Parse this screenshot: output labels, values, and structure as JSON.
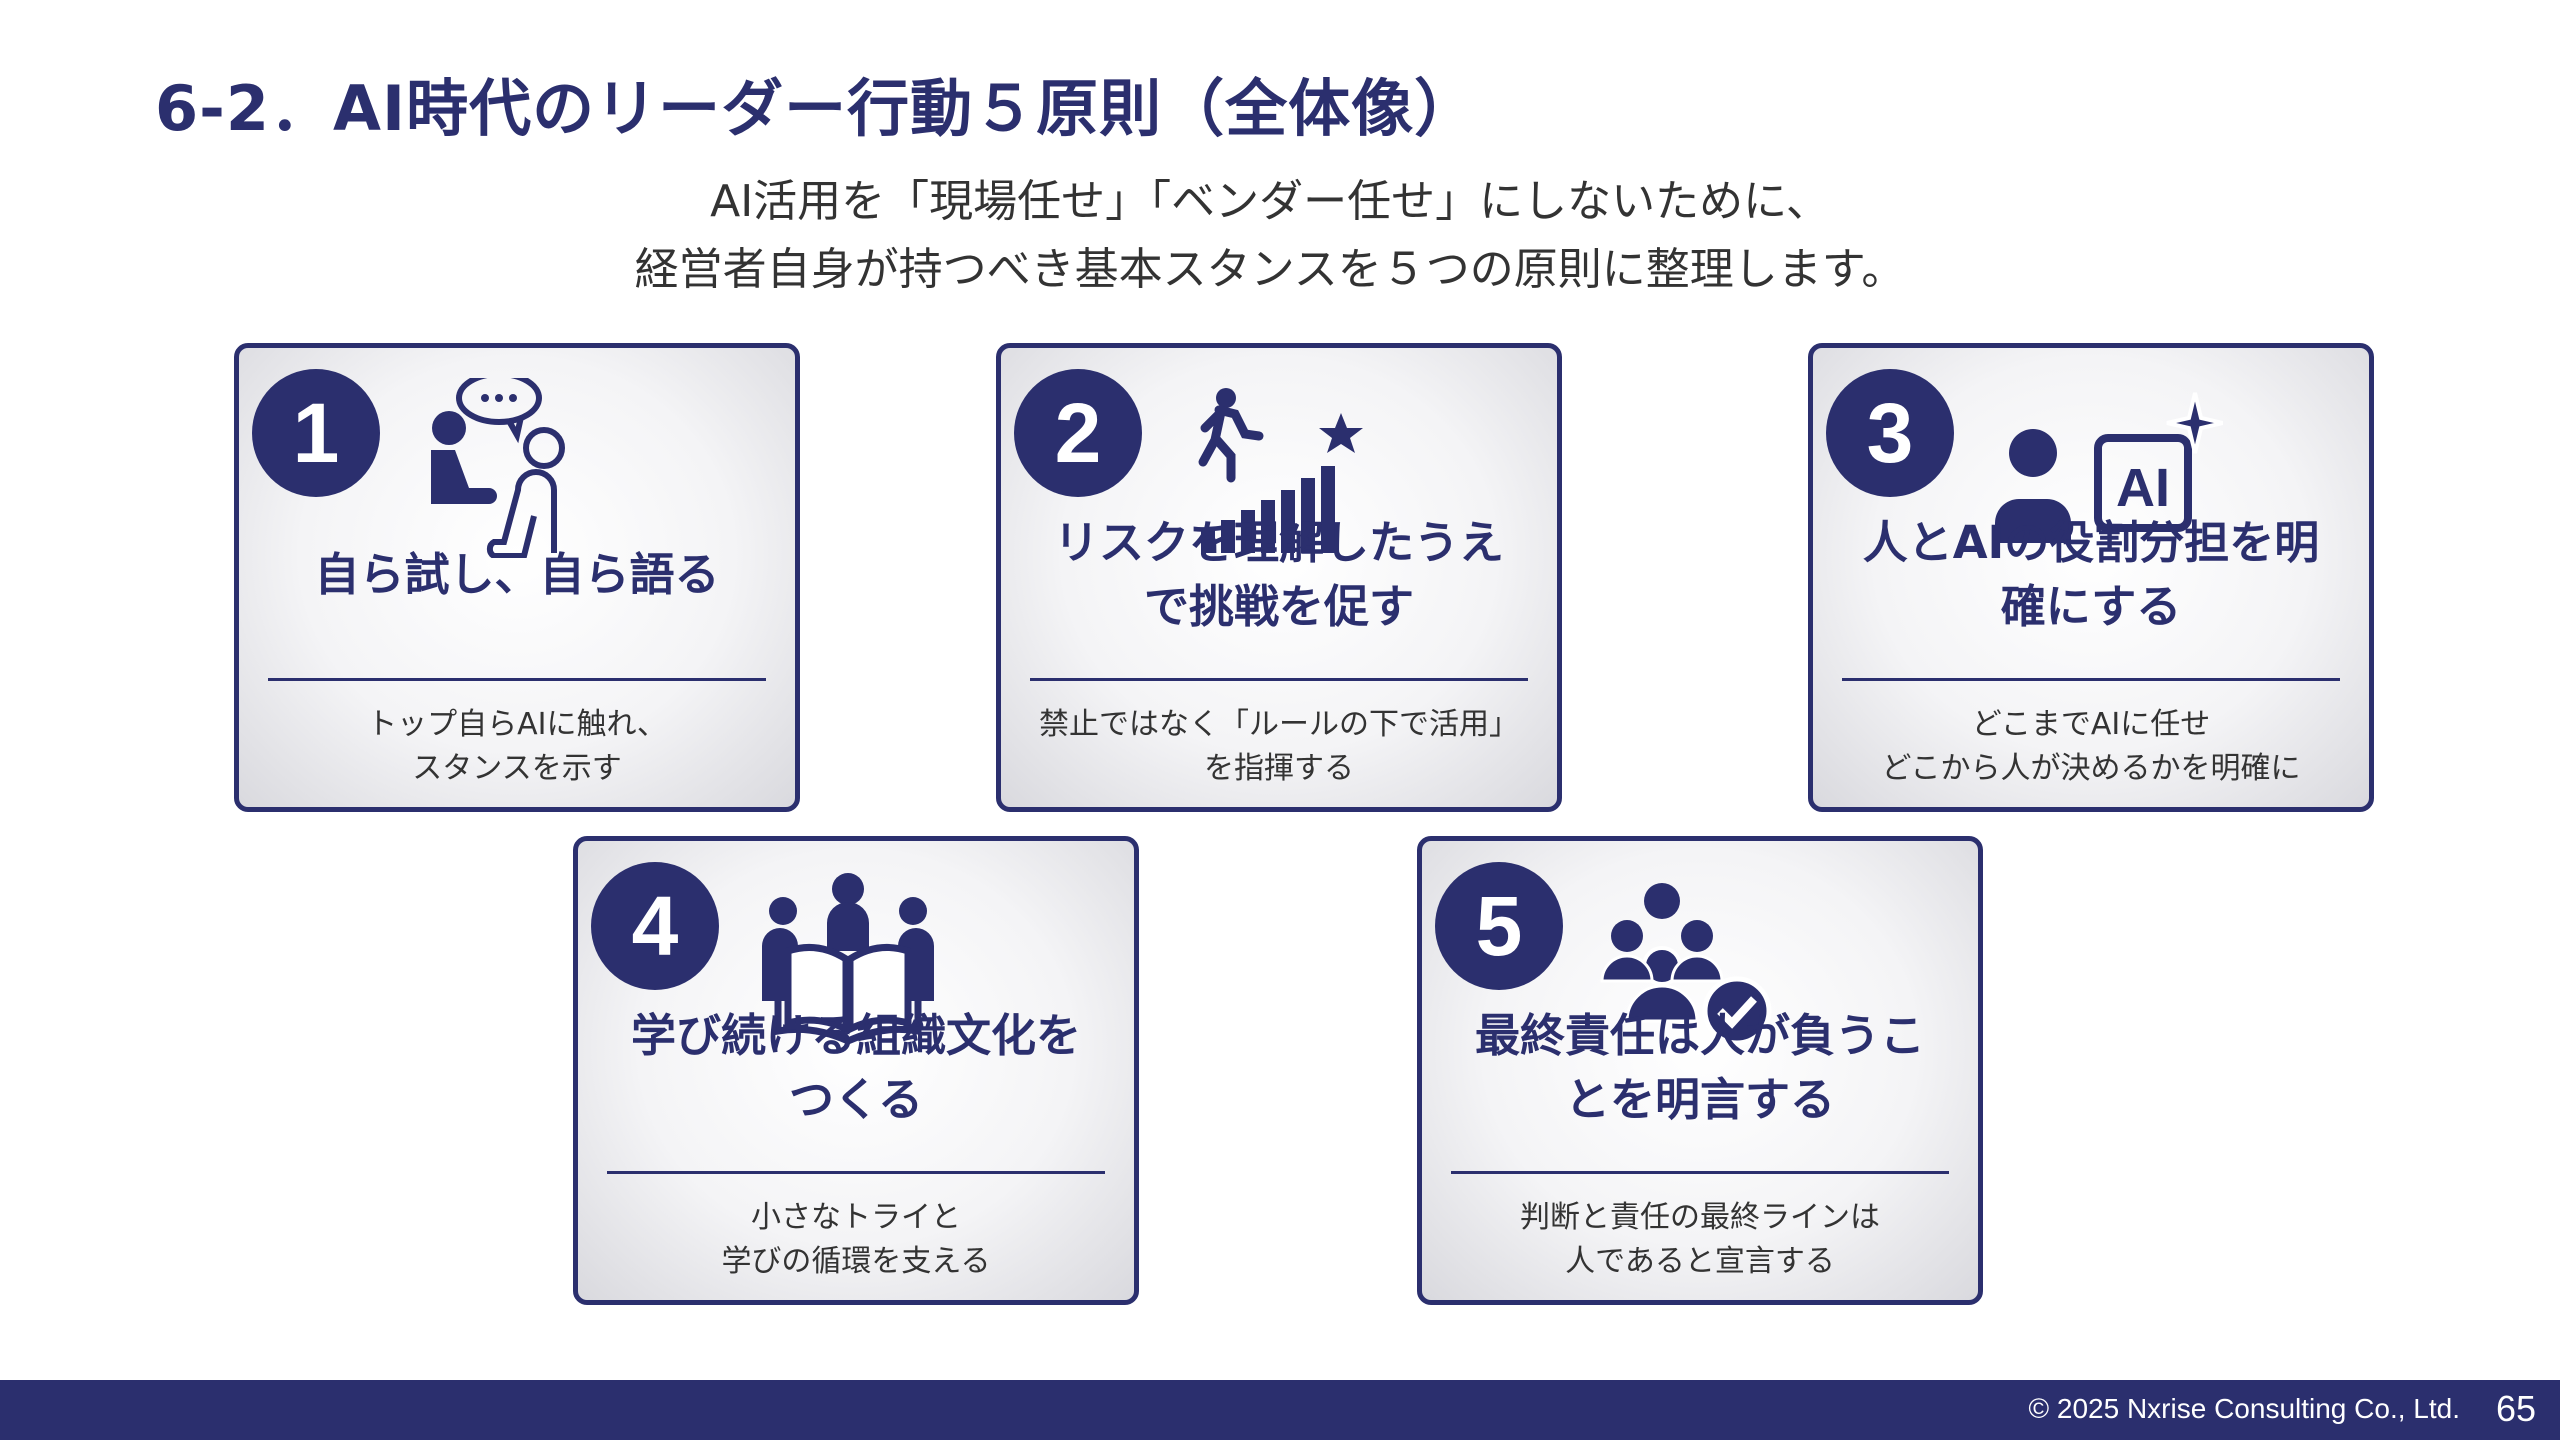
{
  "title": "6-2．AI時代のリーダー行動５原則（全体像）",
  "subtitle": [
    "AI活用を「現場任せ」「ベンダー任せ」にしないために、",
    "経営者自身が持つべき基本スタンスを５つの原則に整理します。"
  ],
  "cards": [
    {
      "number": "1",
      "icon": "conversation-icon",
      "title": [
        "自ら試し、自ら語る"
      ],
      "desc": [
        "トップ自らAIに触れ、",
        "スタンスを示す"
      ]
    },
    {
      "number": "2",
      "icon": "climbing-stairs-star-icon",
      "title": [
        "リスクを理解したうえ",
        "で挑戦を促す"
      ],
      "desc": [
        "禁止ではなく「ルールの下で活用」",
        "を指揮する"
      ]
    },
    {
      "number": "3",
      "icon": "person-ai-icon",
      "title": [
        "人とAIの役割分担を明",
        "確にする"
      ],
      "desc": [
        "どこまでAIに任せ",
        "どこから人が決めるかを明確に"
      ]
    },
    {
      "number": "4",
      "icon": "group-book-icon",
      "title": [
        "学び続ける組織文化を",
        "つくる"
      ],
      "desc": [
        "小さなトライと",
        "学びの循環を支える"
      ]
    },
    {
      "number": "5",
      "icon": "group-check-icon",
      "title": [
        "最終責任は人が負うこ",
        "とを明言する"
      ],
      "desc": [
        "判断と責任の最終ラインは",
        "人であると宣言する"
      ]
    }
  ],
  "footer": {
    "copyright": "© 2025 Nxrise Consulting Co., Ltd.",
    "page": "65"
  },
  "colors": {
    "navy": "#2b2f6e"
  }
}
